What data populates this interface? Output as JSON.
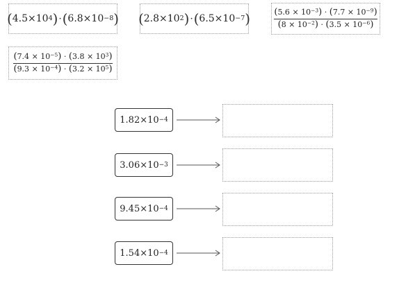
{
  "tiles": [
    {
      "id": "tile-1",
      "type": "product",
      "left": {
        "mantissa": "4.5",
        "base": "10",
        "exp": "4"
      },
      "right": {
        "mantissa": "6.8",
        "base": "10",
        "exp": "−8"
      },
      "operator": "·",
      "times": "×"
    },
    {
      "id": "tile-2",
      "type": "product",
      "left": {
        "mantissa": "2.8",
        "base": "10",
        "exp": "2"
      },
      "right": {
        "mantissa": "6.5",
        "base": "10",
        "exp": "−7"
      },
      "operator": "·",
      "times": "×"
    },
    {
      "id": "tile-3",
      "type": "fraction",
      "numerator": [
        {
          "mantissa": "5.6",
          "base": "10",
          "exp": "−3"
        },
        {
          "mantissa": "7.7",
          "base": "10",
          "exp": "−9"
        }
      ],
      "denominator": [
        {
          "mantissa": "8",
          "base": "10",
          "exp": "−2"
        },
        {
          "mantissa": "3.5",
          "base": "10",
          "exp": "−6"
        }
      ],
      "operator": "·",
      "times": "×"
    },
    {
      "id": "tile-4",
      "type": "fraction",
      "numerator": [
        {
          "mantissa": "7.4",
          "base": "10",
          "exp": "−5"
        },
        {
          "mantissa": "3.8",
          "base": "10",
          "exp": "3"
        }
      ],
      "denominator": [
        {
          "mantissa": "9.3",
          "base": "10",
          "exp": "−4"
        },
        {
          "mantissa": "3.2",
          "base": "10",
          "exp": "5"
        }
      ],
      "operator": "·",
      "times": "×"
    }
  ],
  "answers": [
    {
      "mantissa": "1.82",
      "times": "×",
      "base": "10",
      "exp": "−4"
    },
    {
      "mantissa": "3.06",
      "times": "×",
      "base": "10",
      "exp": "−3"
    },
    {
      "mantissa": "9.45",
      "times": "×",
      "base": "10",
      "exp": "−4"
    },
    {
      "mantissa": "1.54",
      "times": "×",
      "base": "10",
      "exp": "−4"
    }
  ],
  "colors": {
    "tile_border": "#9a9a9a",
    "answer_border": "#333333",
    "arrow": "#555555"
  },
  "icons": {
    "arrow": "arrow-right-icon"
  }
}
